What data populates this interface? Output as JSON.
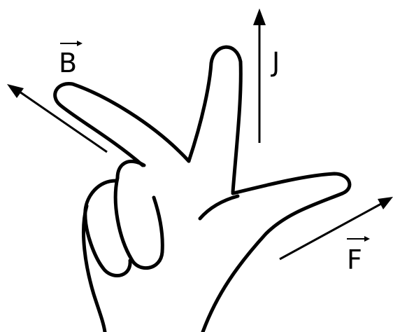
{
  "labels": {
    "b": "B",
    "j": "J",
    "f": "F"
  },
  "colors": {
    "ink": "#000000",
    "background": "#ffffff"
  }
}
